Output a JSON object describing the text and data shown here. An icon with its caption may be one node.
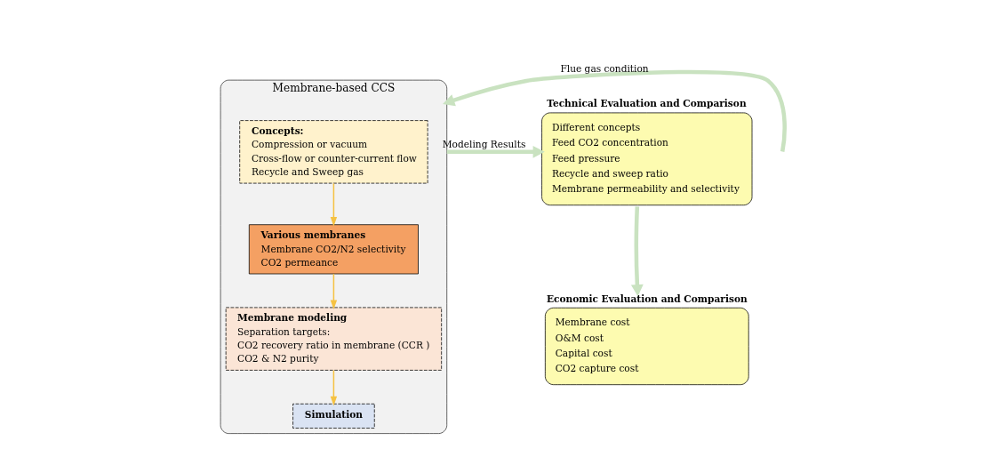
{
  "diagram": {
    "nodes": [
      {
        "text": [
          "Membrane-based CCS"
        ]
      },
      {
        "text": [
          "Concepts:",
          "Compression or vacuum",
          "Cross-flow or counter-current flow",
          "Recycle and Sweep gas"
        ],
        "in": 0
      },
      {
        "text": [
          "Various membranes",
          "Membrane CO2/N2 selectivity",
          "CO2 permeance"
        ],
        "in": 0
      },
      {
        "text": [
          "Membrane modeling",
          "Separation targets:",
          "CO2 recovery ratio in membrane (CCR )",
          "CO2 & N2 purity"
        ],
        "in": 0
      },
      {
        "text": [
          "Simulation"
        ],
        "in": 0
      },
      {
        "text": [
          "Technical Evaluation and Comparison",
          "Different concepts",
          "Feed CO2 concentration",
          "Feed pressure",
          "Recycle and sweep ratio",
          "Membrane permeability and selectivity"
        ]
      },
      {
        "text": [
          "Economic Evaluation and Comparison",
          "Membrane cost",
          "O&M cost",
          "Capital cost",
          "CO2 capture cost"
        ]
      }
    ],
    "edges": [
      {
        "from": null,
        "to": 0,
        "arrow": "to",
        "label": "Flue gas condition",
        "style": "thick",
        "color": "#c9e2c0"
      },
      {
        "from": 1,
        "to": 2,
        "arrow": "to",
        "color": "#f5c242"
      },
      {
        "from": 2,
        "to": 3,
        "arrow": "to",
        "color": "#f5c242"
      },
      {
        "from": 3,
        "to": 4,
        "arrow": "to",
        "color": "#f5c242"
      },
      {
        "from": 0,
        "to": 5,
        "arrow": "to",
        "label": "Modeling Results",
        "style": "thick",
        "color": "#c9e2c0"
      },
      {
        "from": 5,
        "to": 6,
        "arrow": "to",
        "style": "thick",
        "color": "#c9e2c0"
      }
    ]
  }
}
